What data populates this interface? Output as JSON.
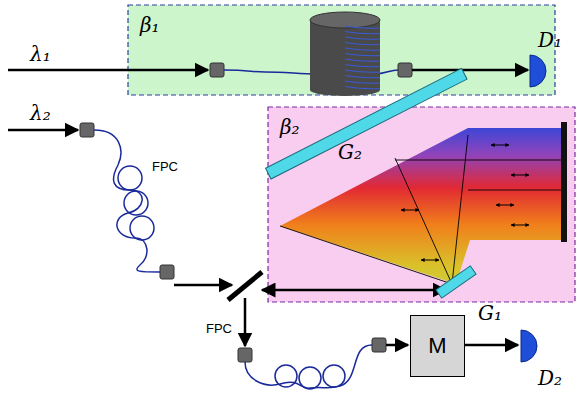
{
  "diagram": {
    "nodes": [
      {
        "text": [
          "β₁"
        ]
      },
      {
        "text": [
          "β₂"
        ]
      },
      {
        "text": [
          "M"
        ]
      }
    ],
    "labels": [
      "λ₁",
      "D₁",
      "λ₂",
      "G₂",
      "FPC",
      "G₁",
      "FPC",
      "D₂"
    ]
  }
}
